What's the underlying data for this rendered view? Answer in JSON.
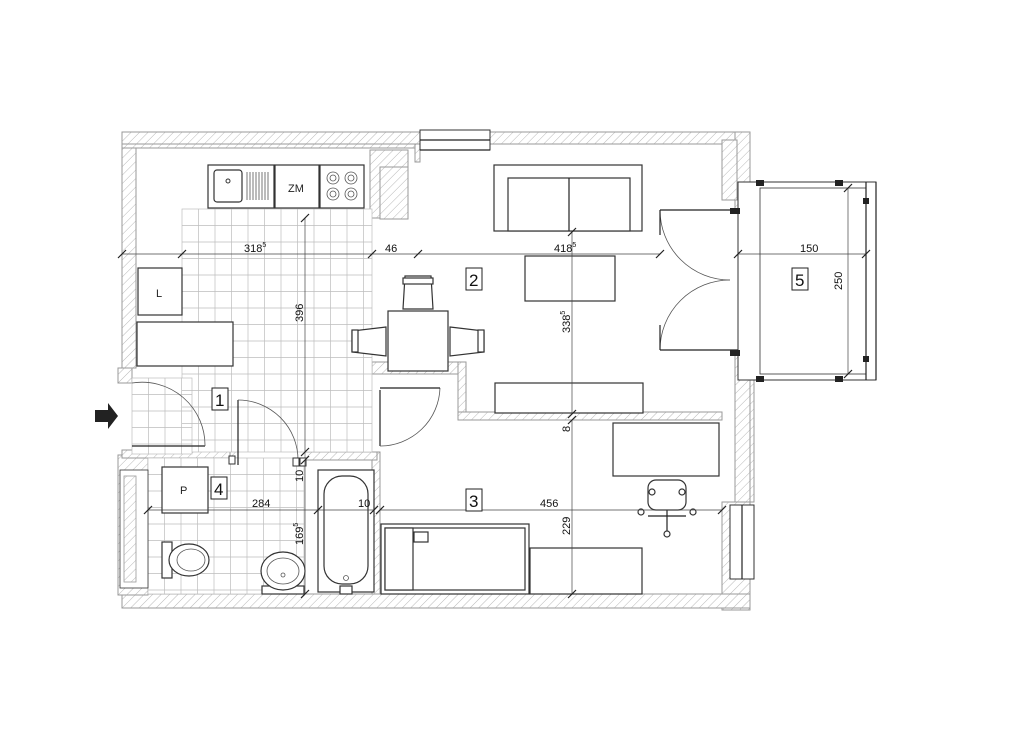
{
  "rooms": [
    {
      "number": "1"
    },
    {
      "number": "2"
    },
    {
      "number": "3"
    },
    {
      "number": "4"
    },
    {
      "number": "5"
    }
  ],
  "fixtures": {
    "washer_label": "ZM",
    "l_label": "L",
    "p_label": "P"
  },
  "dimensions": {
    "d_318": "318",
    "d_318_sup": "5",
    "d_46": "46",
    "d_418": "418",
    "d_418_sup": "5",
    "d_150": "150",
    "d_250": "250",
    "d_396": "396",
    "d_338": "338",
    "d_338_sup": "5",
    "d_8": "8",
    "d_284": "284",
    "d_10a": "10",
    "d_10b": "10",
    "d_456": "456",
    "d_169": "169",
    "d_169_sup": "5",
    "d_229": "229"
  }
}
